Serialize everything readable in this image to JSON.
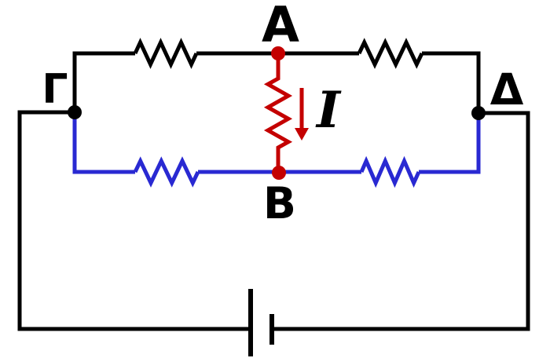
{
  "diagram": {
    "title": "Wheatstone bridge circuit with battery",
    "background": "#ffffff",
    "colors": {
      "black": "#000000",
      "red": "#c40000",
      "blue": "#2929d2"
    },
    "labels": {
      "node_a": "A",
      "node_b": "B",
      "node_gamma": "Γ",
      "node_delta": "Δ",
      "current": "I"
    },
    "components": {
      "resistors": [
        {
          "id": "R1",
          "branch": "Γ–A",
          "color": "#000000"
        },
        {
          "id": "R2",
          "branch": "A–Δ",
          "color": "#000000"
        },
        {
          "id": "R3",
          "branch": "Γ–B",
          "color": "#2929d2"
        },
        {
          "id": "R4",
          "branch": "B–Δ",
          "color": "#2929d2"
        },
        {
          "id": "R5",
          "branch": "A–B bridge",
          "color": "#c40000"
        }
      ],
      "battery": {
        "type": "dc-cell",
        "position": "bottom"
      },
      "current_arrow": {
        "label": "I",
        "direction": "down",
        "color": "#c40000"
      }
    },
    "nodes": [
      {
        "id": "A",
        "dot_color": "#c40000"
      },
      {
        "id": "B",
        "dot_color": "#c40000"
      },
      {
        "id": "Γ",
        "dot_color": "#000000"
      },
      {
        "id": "Δ",
        "dot_color": "#000000"
      }
    ]
  }
}
